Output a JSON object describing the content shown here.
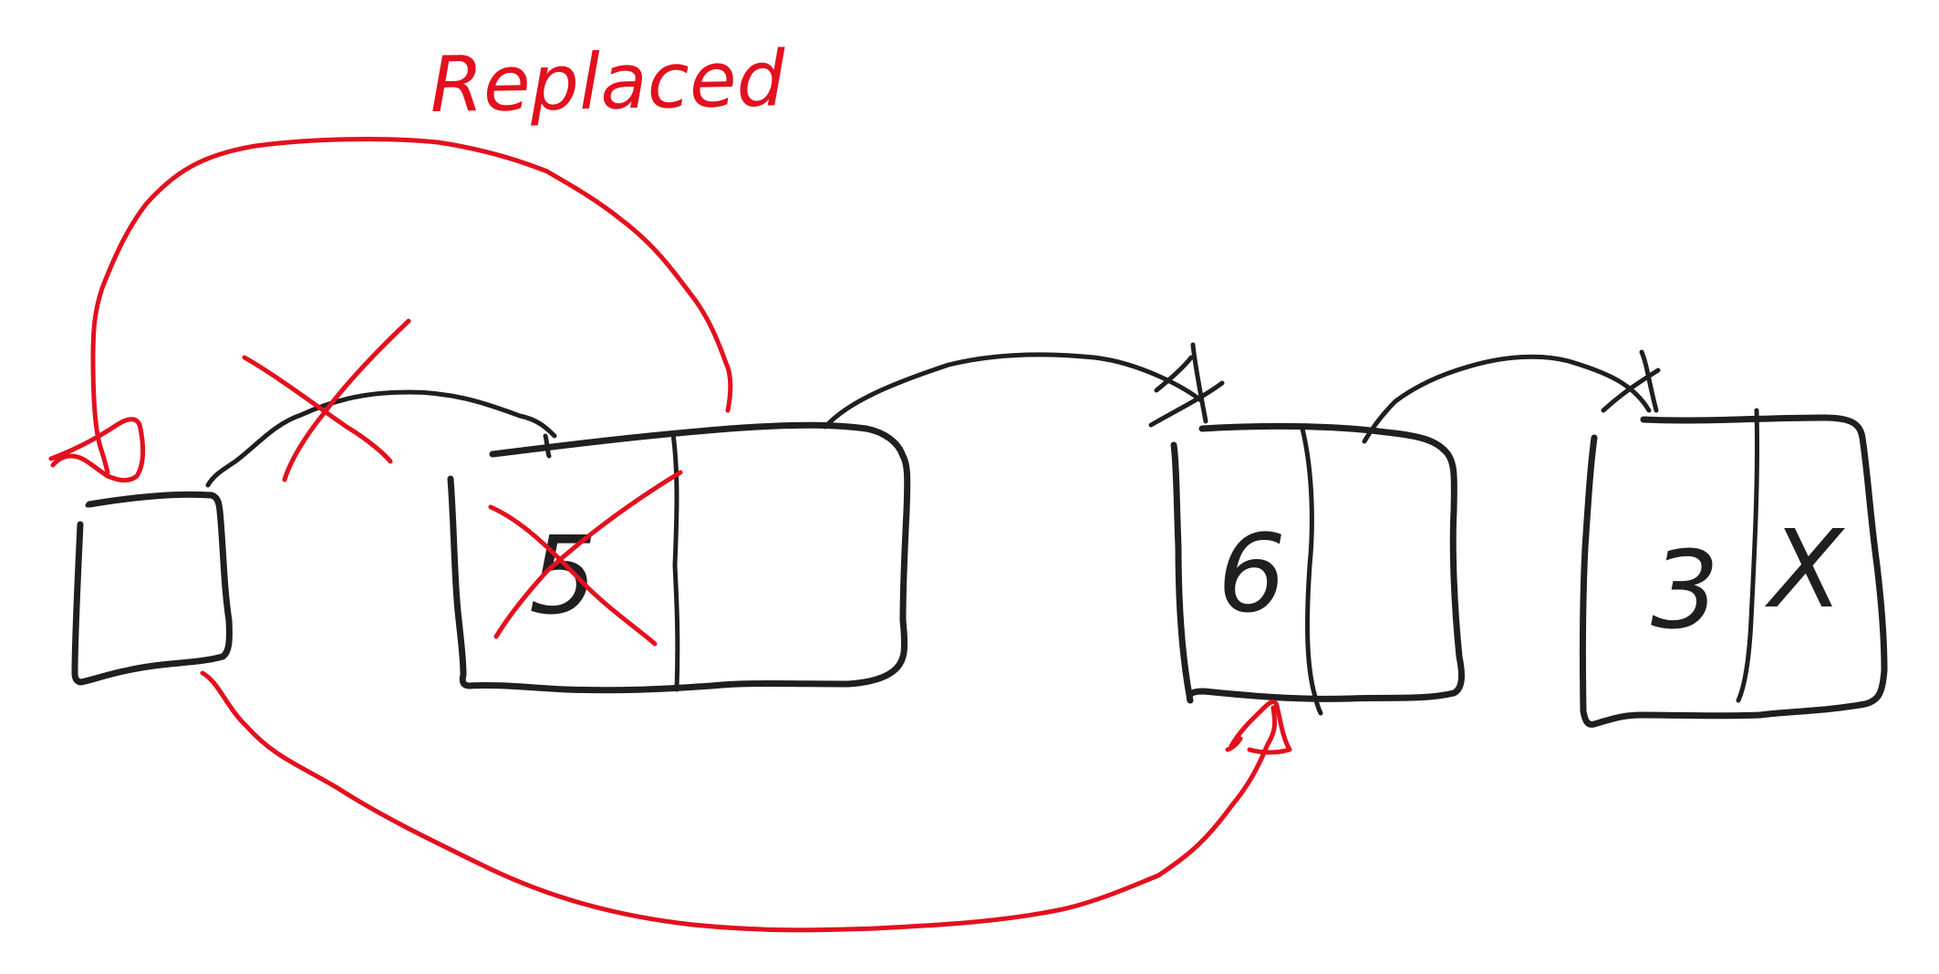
{
  "annotation": {
    "text": "Replaced",
    "color": "#e3101e"
  },
  "nodes": [
    {
      "id": "head",
      "value": "",
      "next_symbol": ""
    },
    {
      "id": "node-1",
      "value": "5",
      "next_symbol": "",
      "crossed_out": true
    },
    {
      "id": "node-2",
      "value": "6",
      "next_symbol": ""
    },
    {
      "id": "node-3",
      "value": "3",
      "next_symbol": "X"
    }
  ],
  "colors": {
    "ink": "#1f1f1f",
    "highlight": "#e3101e",
    "background": "#ffffff"
  }
}
